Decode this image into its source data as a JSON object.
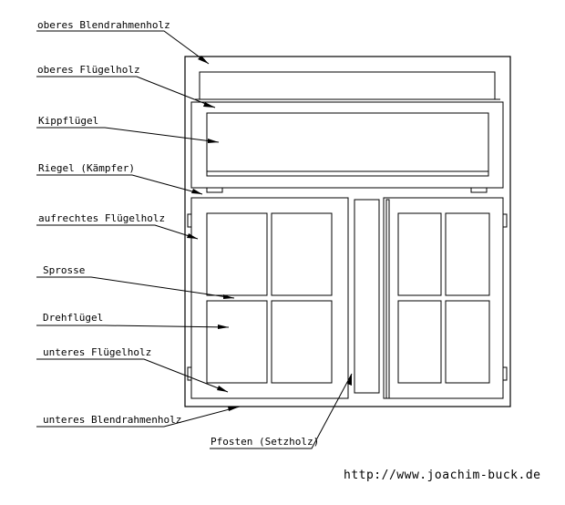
{
  "labels": {
    "oberes_blendrahmenholz": "oberes Blendrahmenholz",
    "oberes_fluegelholz": "oberes Flügelholz",
    "kippfluegel": "Kippflügel",
    "riegel": "Riegel (Kämpfer)",
    "aufrechtes_fluegelholz": "aufrechtes Flügelholz",
    "sprosse": "Sprosse",
    "drehfluegel": "Drehflügel",
    "unteres_fluegelholz": "unteres Flügelholz",
    "unteres_blendrahmenholz": "unteres Blendrahmenholz",
    "pfosten": "Pfosten (Setzholz)"
  },
  "footer": {
    "url": "http://www.joachim-buck.de"
  }
}
